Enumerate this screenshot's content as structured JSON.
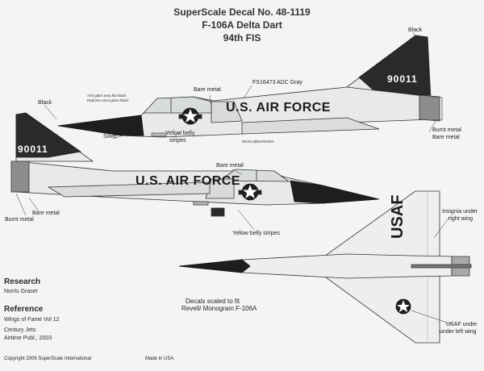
{
  "header": {
    "line1": "SuperScale Decal No. 48-1119",
    "line2": "F-106A Delta Dart",
    "line3": "94th FIS"
  },
  "callouts": {
    "black_top": "Black",
    "black_left": "Black",
    "bare_metal_top": "Bare metal",
    "gray": "FS16473 ADC Gray",
    "antiglare": "Anti-glare area flat black",
    "radome": "Radome semi-gloss black",
    "silver": "Silver",
    "yellow_belly_1": "Yellow belly",
    "yellow_belly_2": "stripes",
    "burnt_metal_right": "Burnt metal",
    "bare_metal_right": "Bare metal",
    "bare_metal_mid": "Bare metal",
    "bare_metal_left": "Bare metal",
    "burnt_metal_left": "Burnt metal",
    "yellow_belly_stripes": "Yellow belly stripes",
    "insignia_right_1": "Insignia under",
    "insignia_right_2": "right wing",
    "usaf_left_1": "USAF under",
    "usaf_left_2": "under left wing"
  },
  "aircraft": {
    "fuselage_text": "U.S. AIR FORCE",
    "serial": "90011",
    "wing_text": "USAF"
  },
  "stencils": {
    "warning": "WARNING",
    "rescue": "RESCUE"
  },
  "research": {
    "heading": "Research",
    "name": "Norris Graser"
  },
  "reference": {
    "heading": "Reference",
    "line1": "Wings of Fame Vol 12",
    "line2": "Century Jets",
    "line3": "Airtime Publ., 2003"
  },
  "decals_note": {
    "line1": "Decals scaled to fit",
    "line2": "Revell/ Monogram F-106A"
  },
  "footer": {
    "copyright": "Copyright 2006 SuperScale International",
    "made_in": "Made in USA"
  }
}
